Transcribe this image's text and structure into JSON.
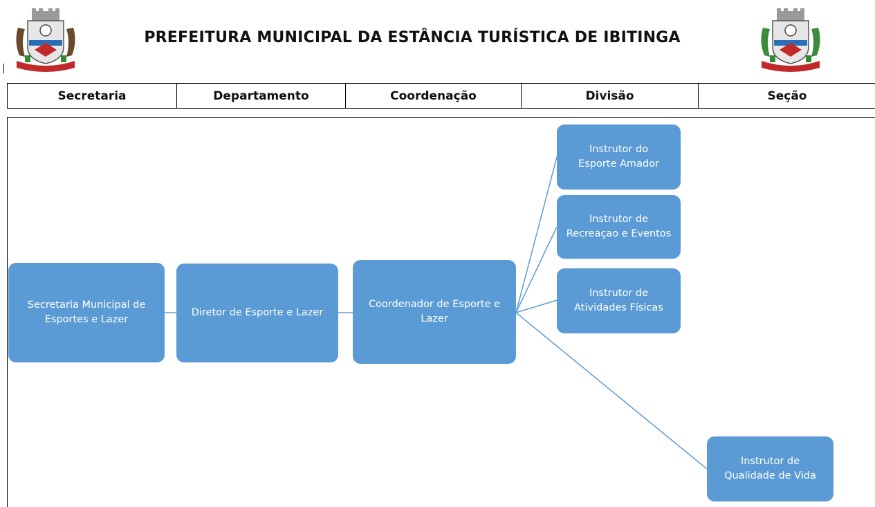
{
  "header": {
    "title": "PREFEITURA MUNICIPAL DA ESTÂNCIA TURÍSTICA DE IBITINGA",
    "crest_icon": "municipal-coat-of-arms-icon"
  },
  "levels": [
    "Secretaria",
    "Departamento",
    "Coordenação",
    "Divisão",
    "Seção"
  ],
  "nodes": {
    "secretaria": "Secretaria Municipal de Esportes e Lazer",
    "diretor": "Diretor de Esporte e Lazer",
    "coordenador": "Coordenador de Esporte e Lazer",
    "instrutor_amador": "Instrutor do Esporte Amador",
    "instrutor_recreacao": "Instrutor de Recreaçao e Eventos",
    "instrutor_atividades": "Instrutor de Atividades Físicas",
    "instrutor_qualidade": "Instrutor de Qualidade de Vida"
  },
  "colors": {
    "node_fill": "#5b9bd5",
    "connector": "#5b9bd5",
    "node_text": "#ffffff"
  }
}
